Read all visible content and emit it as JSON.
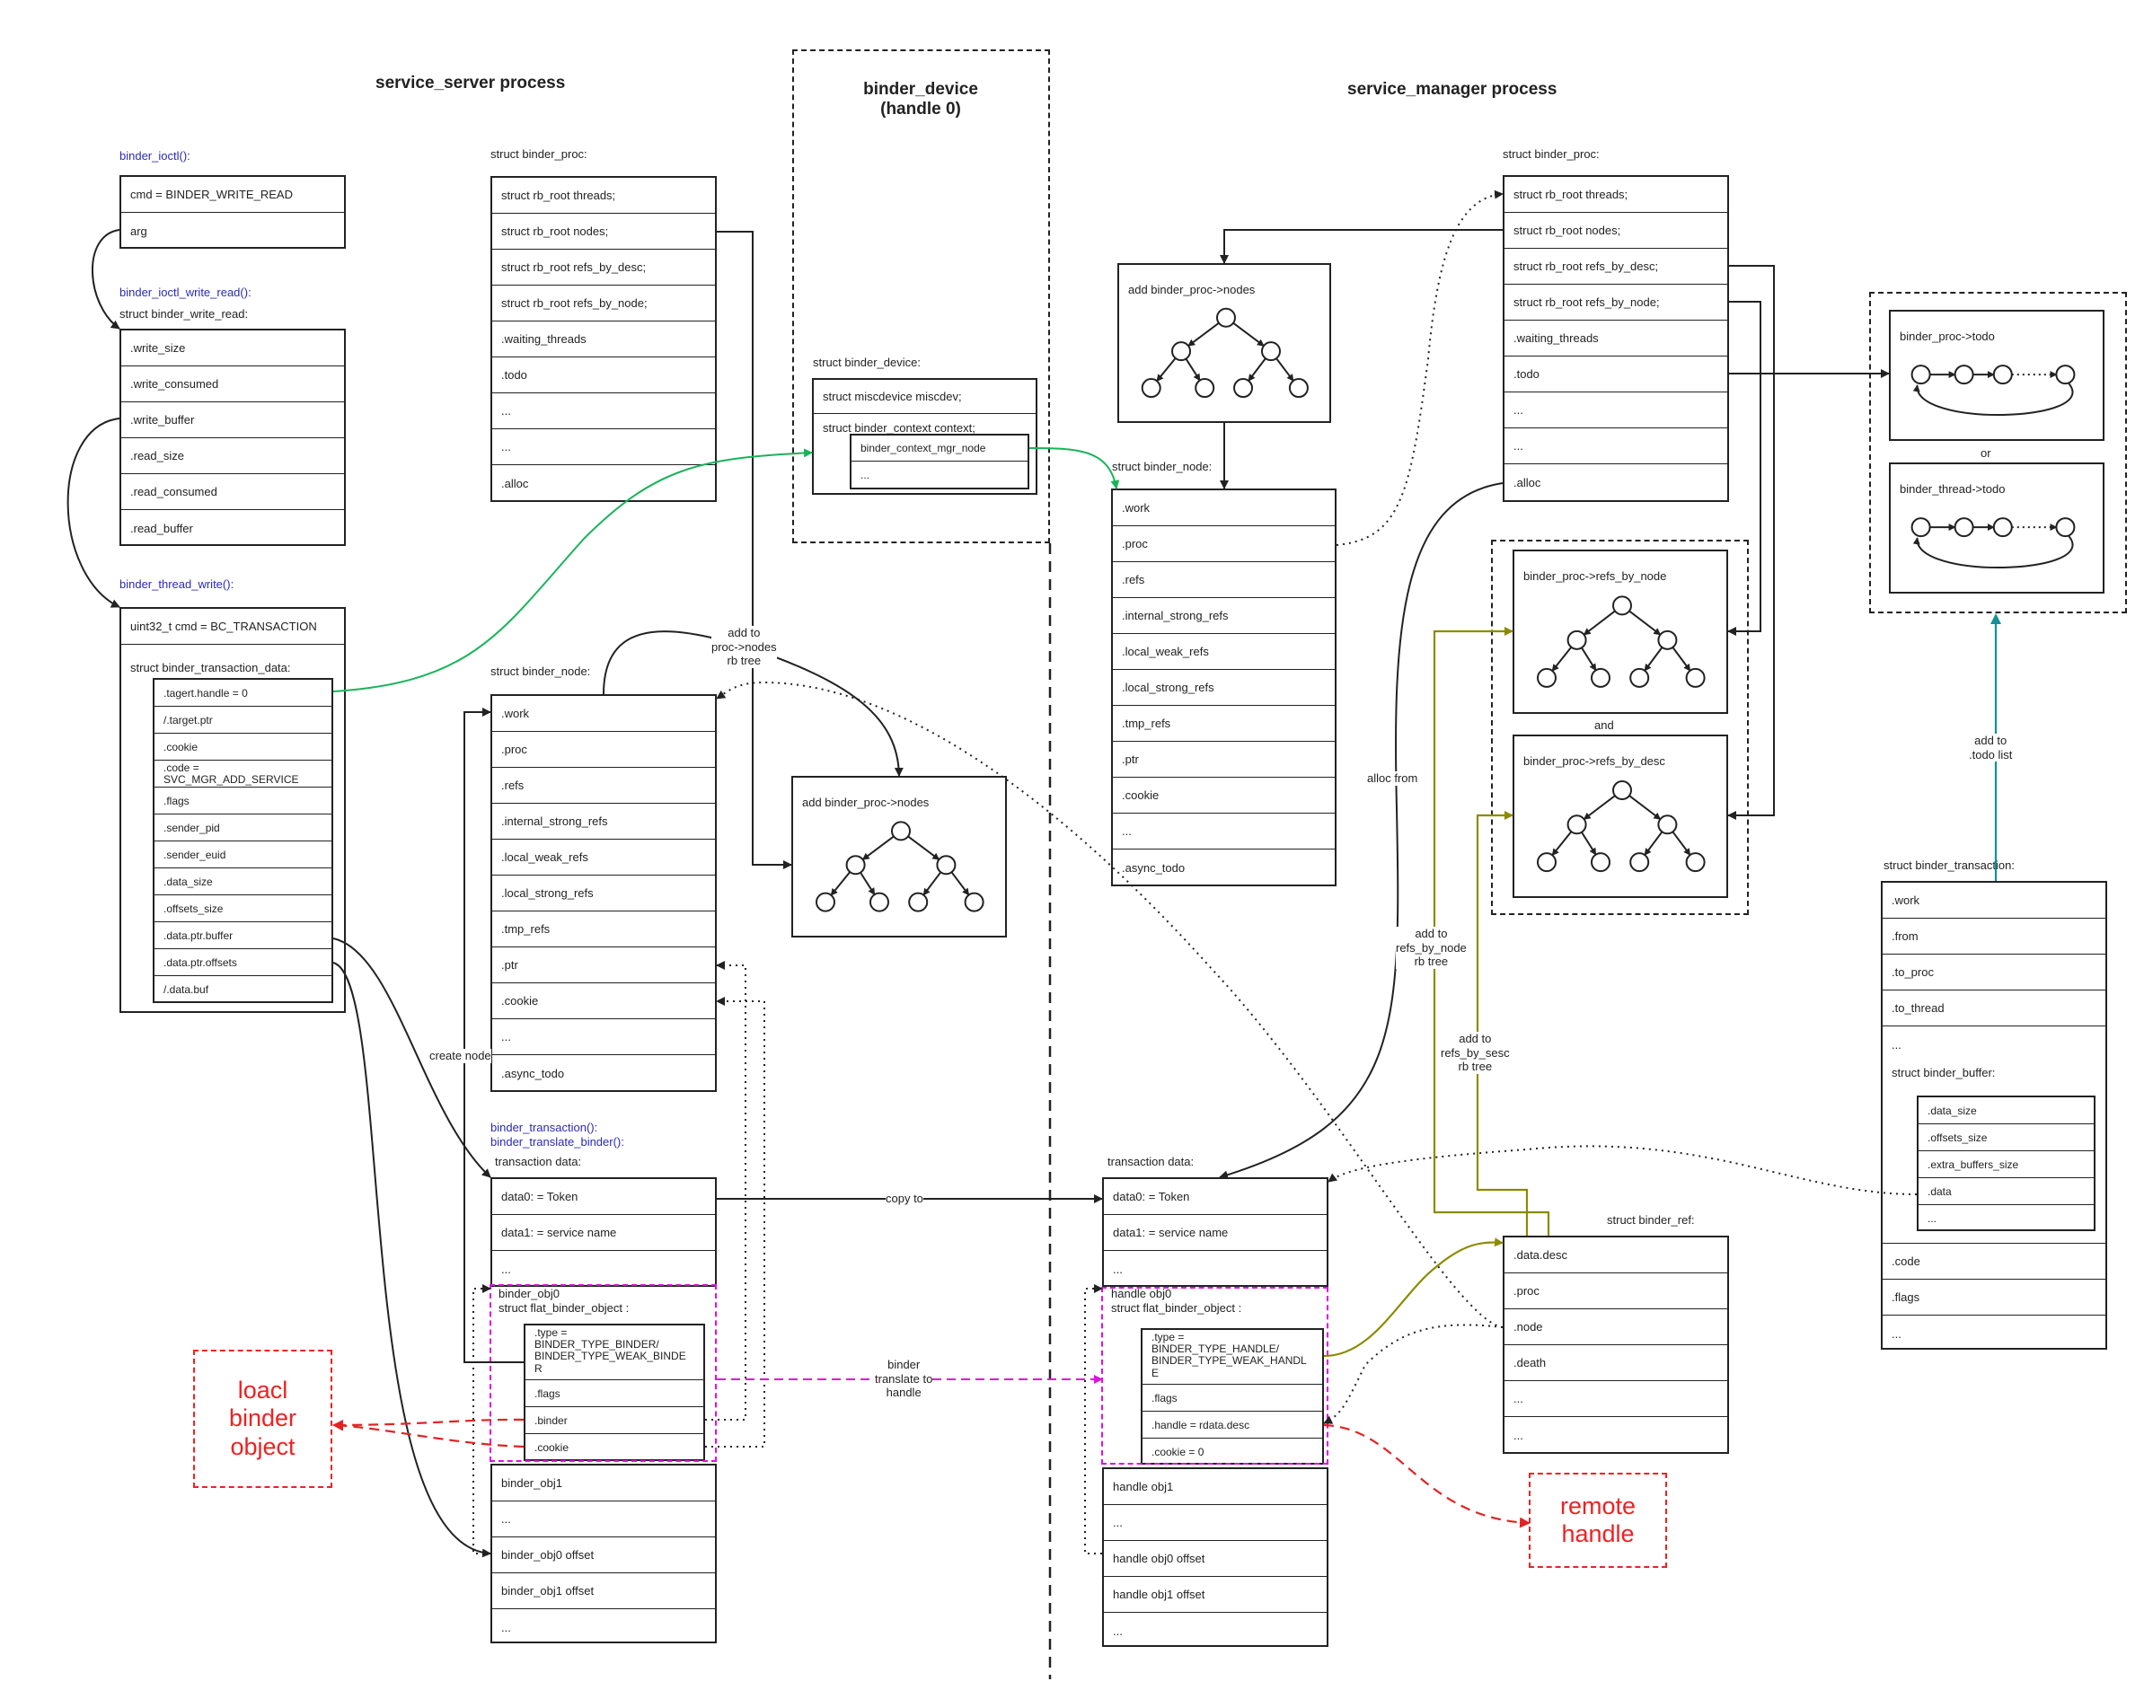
{
  "headers": {
    "server": "service_server process",
    "device_line1": "binder_device",
    "device_line2": "(handle 0)",
    "manager": "service_manager process"
  },
  "funcs": {
    "ioctl": "binder_ioctl():",
    "ioctl_write_read": "binder_ioctl_write_read():",
    "thread_write": "binder_thread_write():",
    "transaction_line1": "binder_transaction():",
    "transaction_line2": "binder_translate_binder():"
  },
  "captions": {
    "bwr": "struct binder_write_read:",
    "btd": "struct binder_transaction_data:",
    "s_proc": "struct binder_proc:",
    "s_node": "struct binder_node:",
    "s_txdata": "transaction data:",
    "device": "struct binder_device:",
    "m_proc": "struct binder_proc:",
    "m_node": "struct binder_node:",
    "m_txdata": "transaction data:",
    "ref": "struct binder_ref:",
    "transaction": "struct binder_transaction:",
    "buffer": "struct binder_buffer:",
    "or": "or",
    "and": "and"
  },
  "ioctl_args": [
    "cmd = BINDER_WRITE_READ",
    "arg"
  ],
  "bwr_rows": [
    ".write_size",
    ".write_consumed",
    ".write_buffer",
    ".read_size",
    ".read_consumed",
    ".read_buffer"
  ],
  "btd_cmd": "uint32_t cmd = BC_TRANSACTION",
  "btd_rows": [
    ".tagert.handle = 0",
    "/.target.ptr",
    ".cookie",
    ".code =\nSVC_MGR_ADD_SERVICE",
    ".flags",
    ".sender_pid",
    ".sender_euid",
    ".data_size",
    ".offsets_size",
    ".data.ptr.buffer",
    ".data.ptr.offsets",
    "/.data.buf"
  ],
  "s_proc_rows": [
    "struct rb_root threads;",
    "struct rb_root nodes;",
    "struct rb_root refs_by_desc;",
    "struct rb_root refs_by_node;",
    ".waiting_threads",
    ".todo",
    "...",
    "...",
    ".alloc"
  ],
  "s_node_rows": [
    ".work",
    ".proc",
    ".refs",
    ".internal_strong_refs",
    ".local_weak_refs",
    ".local_strong_refs",
    ".tmp_refs",
    ".ptr",
    ".cookie",
    "...",
    ".async_todo"
  ],
  "s_tx_top": [
    "data0: = Token",
    "data1: = service name",
    "..."
  ],
  "s_obj": {
    "title1": "binder_obj0",
    "title2": "struct flat_binder_object :",
    "rows": [
      ".type =\nBINDER_TYPE_BINDER/\nBINDER_TYPE_WEAK_BINDE\nR",
      ".flags",
      ".binder",
      ".cookie"
    ]
  },
  "s_tx_bottom": [
    "binder_obj1",
    "...",
    "binder_obj0 offset",
    "binder_obj1 offset",
    "..."
  ],
  "device_rows": [
    "struct miscdevice miscdev;",
    "struct binder_context context;"
  ],
  "device_ctx_rows": [
    "binder_context_mgr_node",
    "..."
  ],
  "m_proc_rows": [
    "struct rb_root threads;",
    "struct rb_root nodes;",
    "struct rb_root refs_by_desc;",
    "struct rb_root refs_by_node;",
    ".waiting_threads",
    ".todo",
    "...",
    "...",
    ".alloc"
  ],
  "m_node_rows": [
    ".work",
    ".proc",
    ".refs",
    ".internal_strong_refs",
    ".local_weak_refs",
    ".local_strong_refs",
    ".tmp_refs",
    ".ptr",
    ".cookie",
    "...",
    ".async_todo"
  ],
  "m_tx_top": [
    "data0: = Token",
    "data1: = service name",
    "..."
  ],
  "m_obj": {
    "title1": "handle obj0",
    "title2": "struct flat_binder_object :",
    "rows": [
      ".type =\nBINDER_TYPE_HANDLE/\nBINDER_TYPE_WEAK_HANDL\nE",
      ".flags",
      ".handle = rdata.desc",
      ".cookie = 0"
    ]
  },
  "m_tx_bottom": [
    "handle obj1",
    "...",
    "handle obj0 offset",
    "handle obj1 offset",
    "..."
  ],
  "ref_rows": [
    ".data.desc",
    ".proc",
    ".node",
    ".death",
    "...",
    "..."
  ],
  "transaction_rows_top": [
    ".work",
    ".from",
    ".to_proc",
    ".to_thread",
    "..."
  ],
  "buffer_rows": [
    ".data_size",
    ".offsets_size",
    ".extra_buffers_size",
    ".data",
    "..."
  ],
  "transaction_rows_bottom": [
    ".code",
    ".flags",
    "..."
  ],
  "trees": {
    "s_nodes": "add binder_proc->nodes",
    "m_nodes": "add binder_proc->nodes",
    "refs_by_node": "binder_proc->refs_by_node",
    "refs_by_desc": "binder_proc->refs_by_desc",
    "proc_todo": "binder_proc->todo",
    "thread_todo": "binder_thread->todo"
  },
  "labels": {
    "add_nodes": "add to\nproc->nodes\nrb tree",
    "create_node": "create node",
    "copy_to": "copy to",
    "translate": "binder\ntranslate to\nhandle",
    "alloc_from": "alloc from",
    "add_refs_node": "add to\nrefs_by_node\nrb tree",
    "add_refs_desc": "add to\nrefs_by_sesc\nrb tree",
    "add_todo": "add to\n.todo list"
  },
  "callouts": {
    "local": "loacl\nbinder\nobject",
    "remote": "remote\nhandle"
  },
  "colors": {
    "green": "#19b35a",
    "magenta": "#e010e0",
    "olive": "#8b8b00",
    "teal": "#14909a",
    "red": "#e22222",
    "blue_text": "#2a2ab8"
  }
}
